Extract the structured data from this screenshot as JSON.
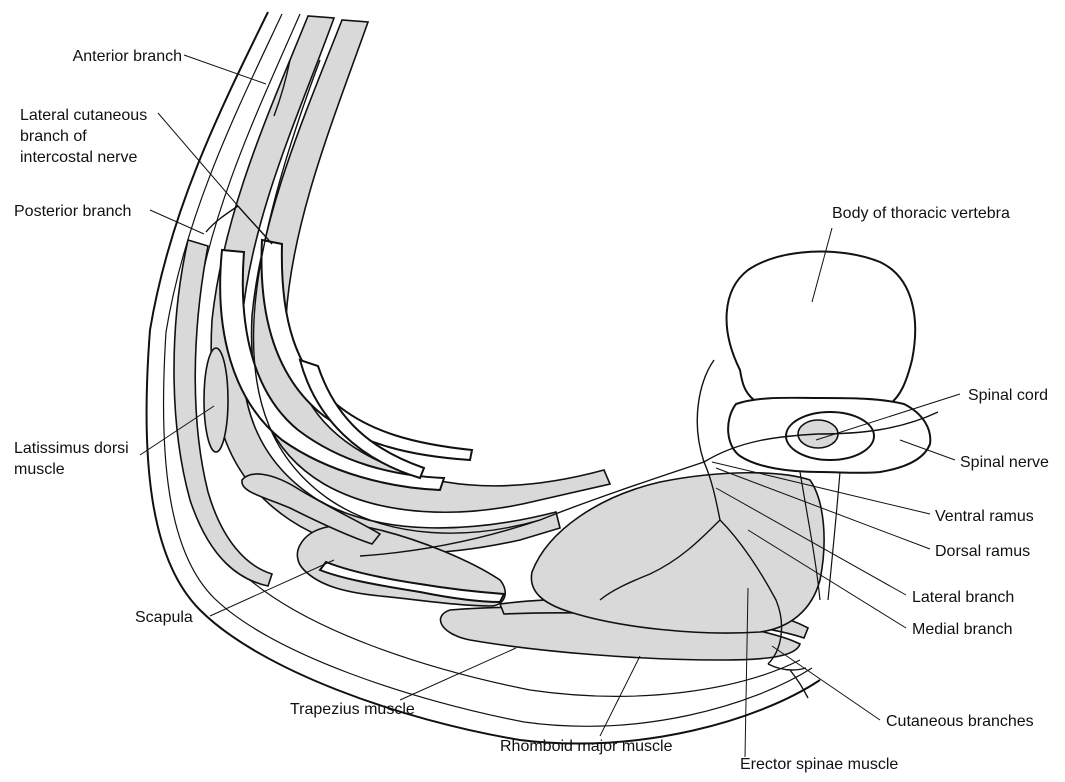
{
  "labels": {
    "anterior_branch": "Anterior branch",
    "lateral_cutaneous_1": "Lateral cutaneous",
    "lateral_cutaneous_2": "branch of",
    "lateral_cutaneous_3": "intercostal nerve",
    "posterior_branch": "Posterior branch",
    "body_thoracic_vertebra": "Body of thoracic vertebra",
    "spinal_cord": "Spinal cord",
    "spinal_nerve": "Spinal nerve",
    "latissimus_1": "Latissimus dorsi",
    "latissimus_2": "muscle",
    "ventral_ramus": "Ventral ramus",
    "dorsal_ramus": "Dorsal ramus",
    "lateral_branch": "Lateral branch",
    "medial_branch": "Medial branch",
    "scapula": "Scapula",
    "cutaneous_branches": "Cutaneous branches",
    "trapezius": "Trapezius muscle",
    "rhomboid": "Rhomboid major muscle",
    "erector_spinae": "Erector spinae muscle"
  },
  "colors": {
    "muscle_fill": "#d9d9d9",
    "outline": "#111111",
    "background": "#ffffff"
  }
}
